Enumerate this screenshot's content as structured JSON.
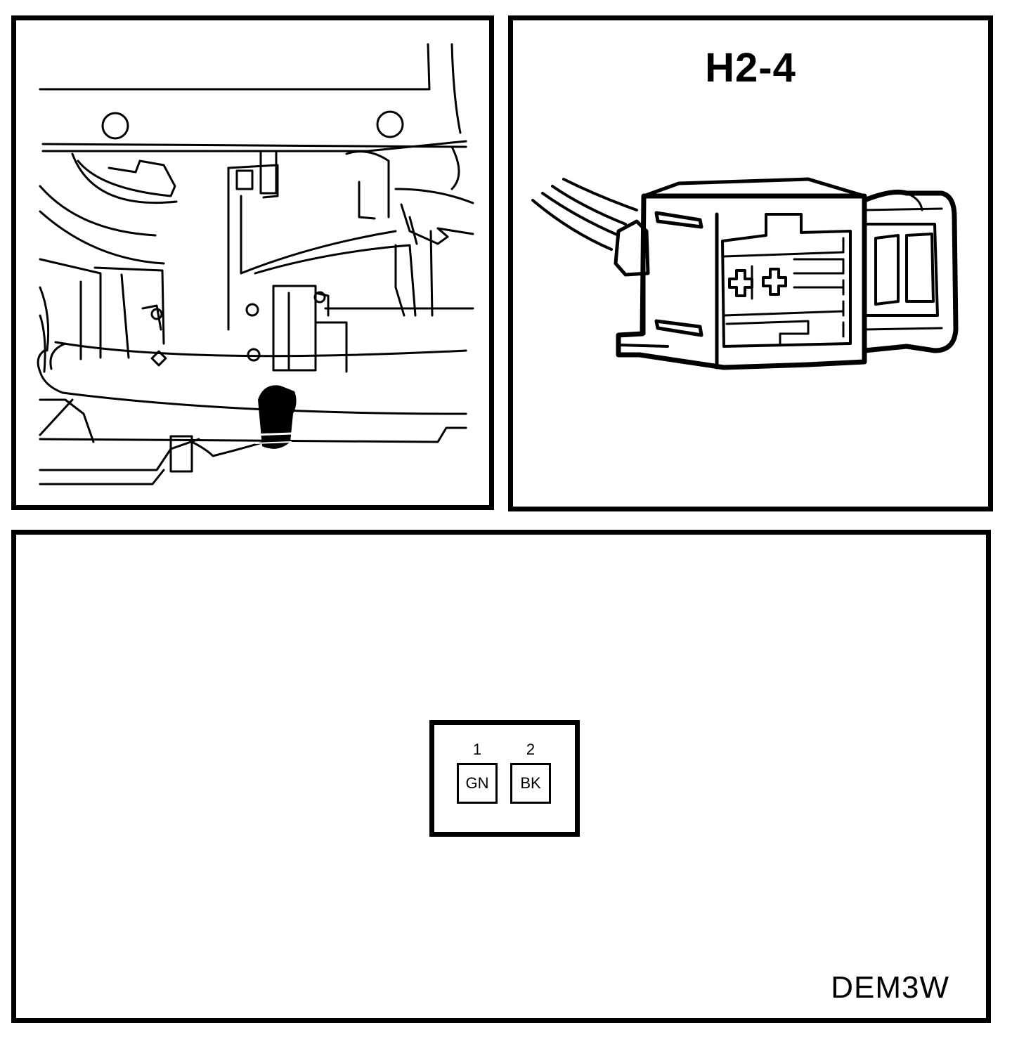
{
  "connector": {
    "id": "H2-4",
    "pins": [
      {
        "number": "1",
        "wire_color": "GN"
      },
      {
        "number": "2",
        "wire_color": "BK"
      }
    ]
  },
  "figure_code": "DEM3W",
  "colors": {
    "ink": "#000000",
    "paper": "#ffffff"
  }
}
